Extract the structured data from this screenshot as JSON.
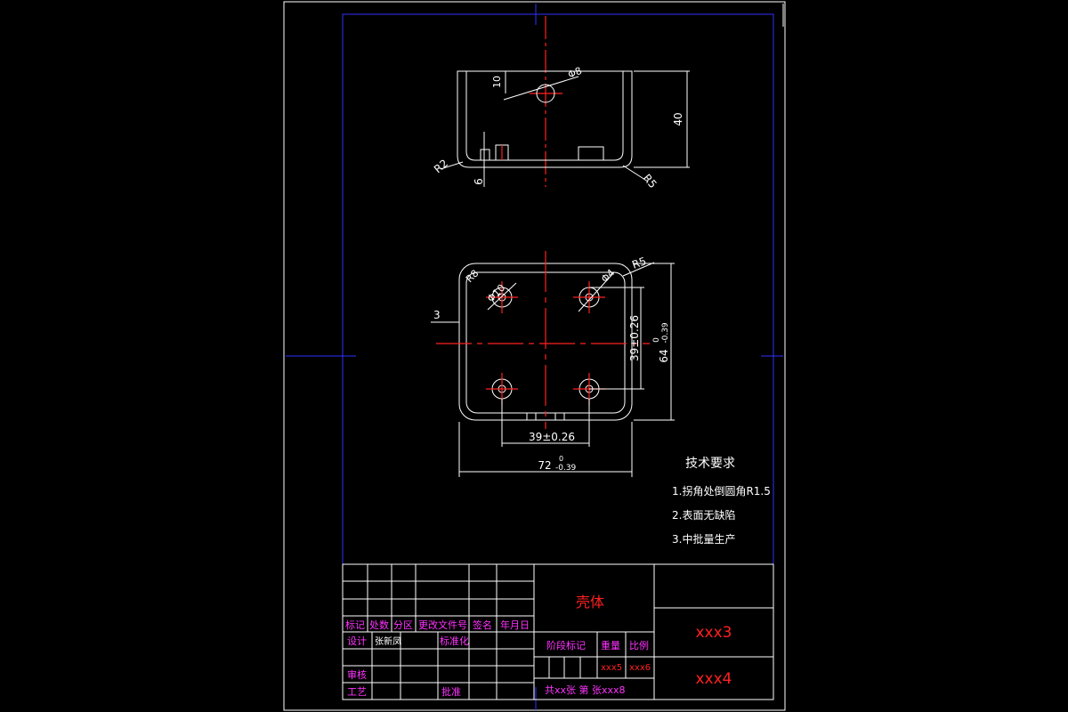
{
  "part_view_front": {
    "dim_10": "10",
    "dim_phi8": "Φ8",
    "dim_40": "40",
    "dim_r2": "R2",
    "dim_r5": "R5",
    "dim_6": "6"
  },
  "part_view_top": {
    "dim_r8": "R8",
    "dim_phi10": "Φ10",
    "dim_phi4": "Φ4",
    "dim_r5": "R5",
    "dim_3": "3",
    "dim_39_vert": "39±0.26",
    "dim_64": "64",
    "dim_64_tol_upper": "0",
    "dim_64_tol_lower": "-0.39",
    "dim_39_horz": "39±0.26",
    "dim_72": "72",
    "dim_72_tol_upper": "0",
    "dim_72_tol_lower": "-0.39"
  },
  "tech_requirements": {
    "title": "技术要求",
    "items": [
      "1.拐角处倒圆角R1.5",
      "2.表面无缺陷",
      "3.中批量生产"
    ]
  },
  "title_block": {
    "part_name": "壳体",
    "drawing_no_1": "xxx3",
    "drawing_no_2": "xxx4",
    "headers": [
      "标记",
      "处数",
      "分区",
      "更改文件号",
      "签名",
      "年月日"
    ],
    "design_label": "设计",
    "designer_name": "张新凤",
    "standardize_label": "标准化",
    "review_label": "审核",
    "process_label": "工艺",
    "approve_label": "批准",
    "stage_label": "阶段标记",
    "weight_label": "重量",
    "scale_label": "比例",
    "weight_value": "xxx5",
    "scale_value": "xxx6",
    "sheet_text": "共xx张 第 张xxx8"
  }
}
